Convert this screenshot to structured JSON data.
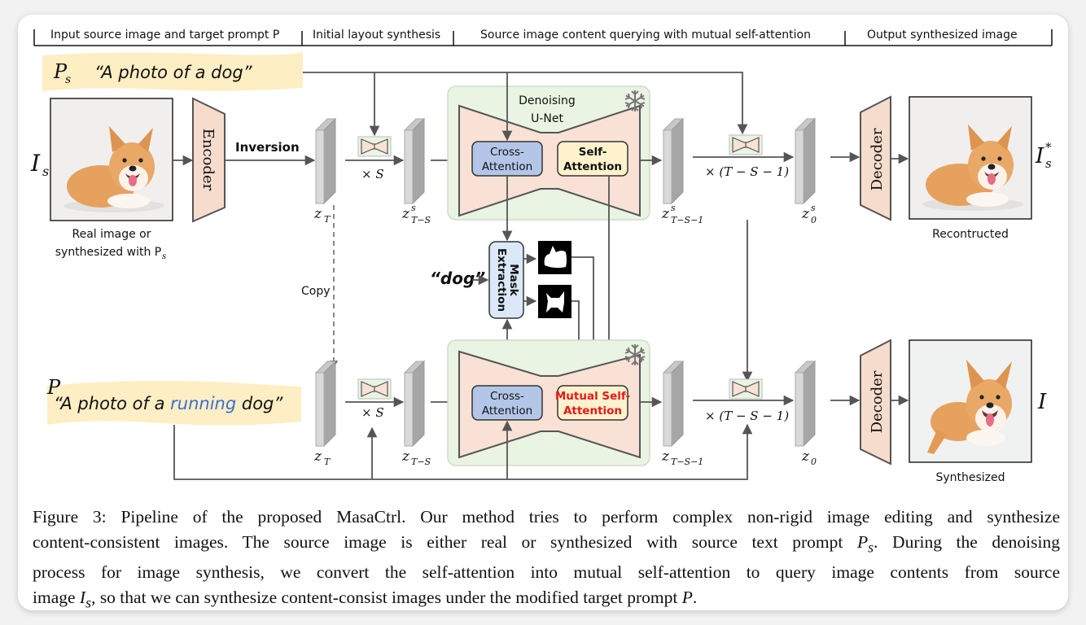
{
  "headers": [
    "Input source image and target prompt P",
    "Initial layout synthesis",
    "Source image content querying with mutual self-attention",
    "Output synthesized image"
  ],
  "source_prompt": {
    "symbol": "P",
    "subscript": "s",
    "text": "“A photo of a dog”"
  },
  "target_prompt": {
    "symbol": "P",
    "text_before": "“A photo of a ",
    "highlight": "running",
    "text_after": " dog”",
    "highlight_color": "#3b6fd1"
  },
  "source_image": {
    "symbol": "I",
    "subscript": "s",
    "caption_line1": "Real image or",
    "caption_line2": "synthesized with P",
    "caption_sub": "s"
  },
  "encoder_label": "Encoder",
  "inversion_label": "Inversion",
  "copy_label": "Copy",
  "repeat_s": "× S",
  "repeat_rest": "× (T − S − 1)",
  "latents_top": [
    "z",
    "z",
    "z",
    "z"
  ],
  "latent_labels": {
    "zT": "T",
    "zTS_top_sup": "s",
    "zTS_sub": "T−S",
    "zTS1_sub": "T−S−1",
    "z0_sub": "0"
  },
  "unet_top": {
    "title_line1": "Denoising",
    "title_line2": "U-Net",
    "cross_attn_line1": "Cross-",
    "cross_attn_line2": "Attention",
    "self_attn_line1": "Self-",
    "self_attn_line2": "Attention"
  },
  "unet_bottom": {
    "cross_attn_line1": "Cross-",
    "cross_attn_line2": "Attention",
    "mutual_line1": "Mutual Self-",
    "mutual_line2": "Attention",
    "mutual_color": "#e8161b"
  },
  "mask": {
    "token": "“dog”",
    "line1": "Mask",
    "line2": "Extraction"
  },
  "decoder_label": "Decoder",
  "output_top": {
    "symbol": "I",
    "subscript": "s",
    "superscript": "*",
    "caption": "Recontructed"
  },
  "output_bottom": {
    "symbol": "I",
    "caption": "Synthesized"
  },
  "colors": {
    "unet_bg": "#e9f4e3",
    "unet_body": "#f9e2d5",
    "cross_attn": "#b3c6e7",
    "self_attn": "#fff2cc",
    "mask_box": "#dbe8f7",
    "prompt_bg": "#fdeec4",
    "coder": "#f6dccc",
    "latent_front": "#d9d9d9",
    "latent_side": "#a6a6a6"
  },
  "caption": {
    "line1": "Figure 3: Pipeline of the proposed MasaCtrl. Our method tries to perform complex non-rigid image editing and synthesize",
    "line2a": "content-consistent images. The source image is either real or synthesized with source text prompt ",
    "line2_sym": "P",
    "line2_sub": "s",
    "line2b": ". During the denoising",
    "line3": "process for image synthesis, we convert the self-attention into mutual self-attention to query image contents from source",
    "line4a": "image ",
    "line4_sym": "I",
    "line4_sub": "s",
    "line4b": ", so that we can synthesize content-consist images under the modified target prompt ",
    "line4_sym2": "P",
    "line4c": "."
  }
}
